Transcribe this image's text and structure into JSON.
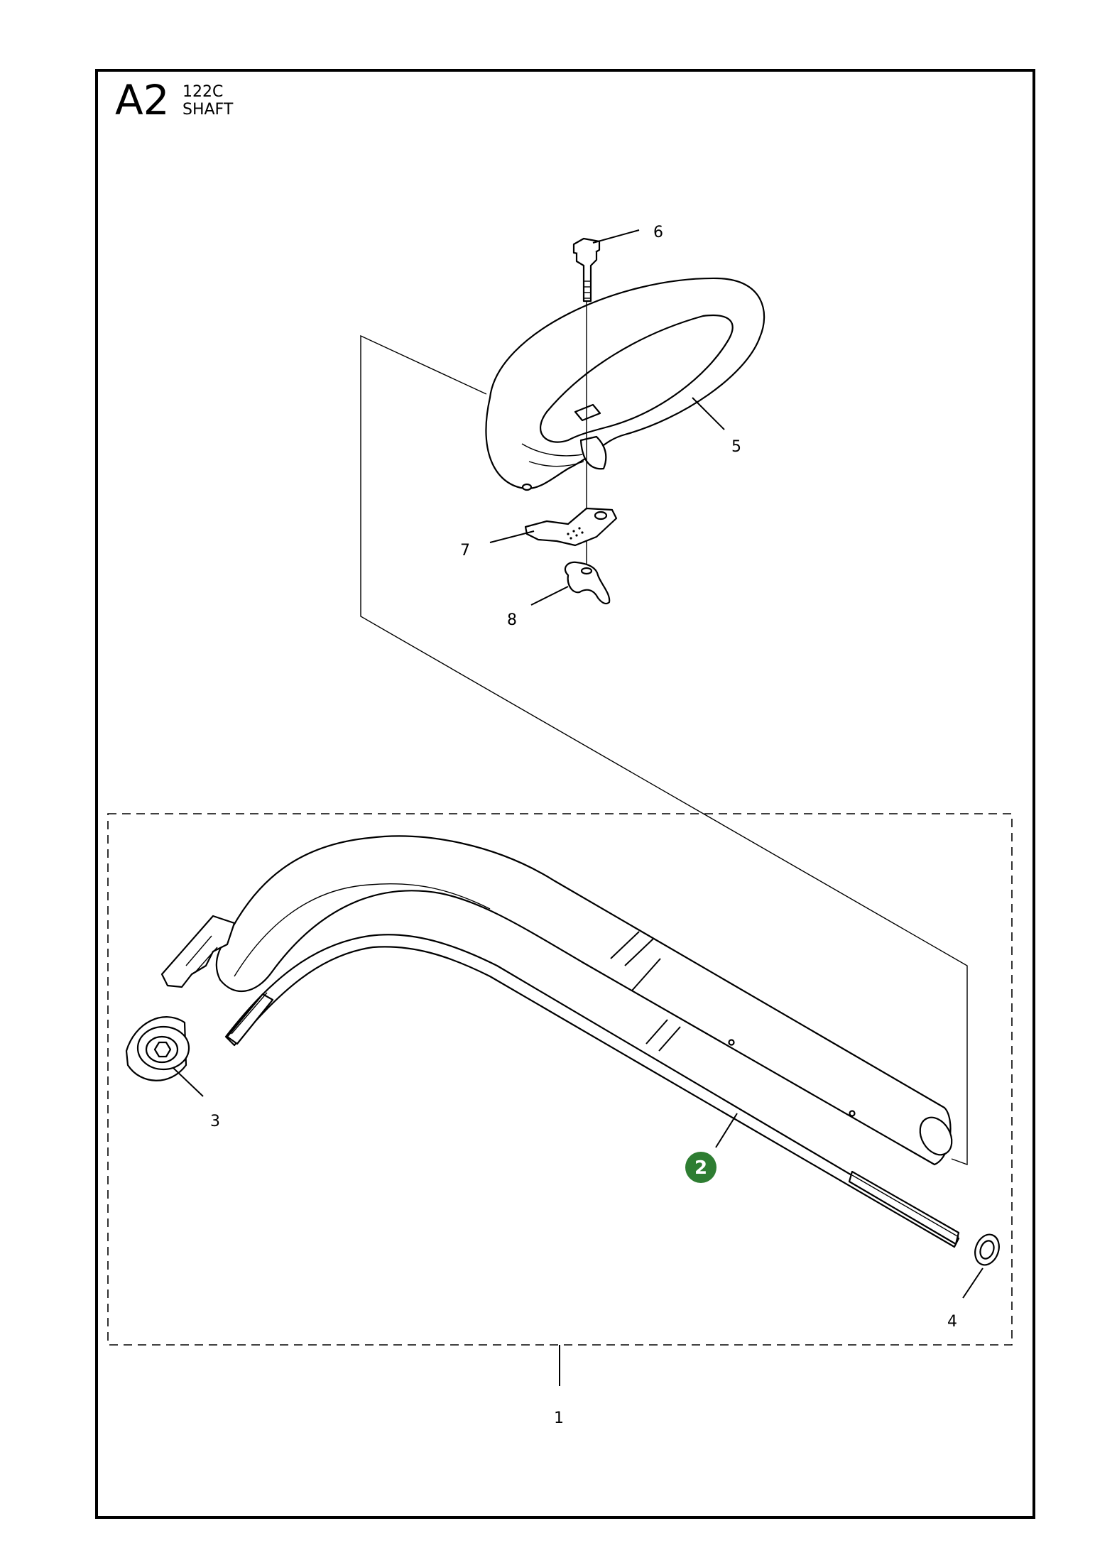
{
  "header": {
    "sheet_code": "A2",
    "model": "122C",
    "section": "SHAFT"
  },
  "colors": {
    "badge": "#2e7d32",
    "line": "#000000"
  },
  "callouts": {
    "c1": "1",
    "c2": "2",
    "c3": "3",
    "c4": "4",
    "c5": "5",
    "c6": "6",
    "c7": "7",
    "c8": "8"
  }
}
